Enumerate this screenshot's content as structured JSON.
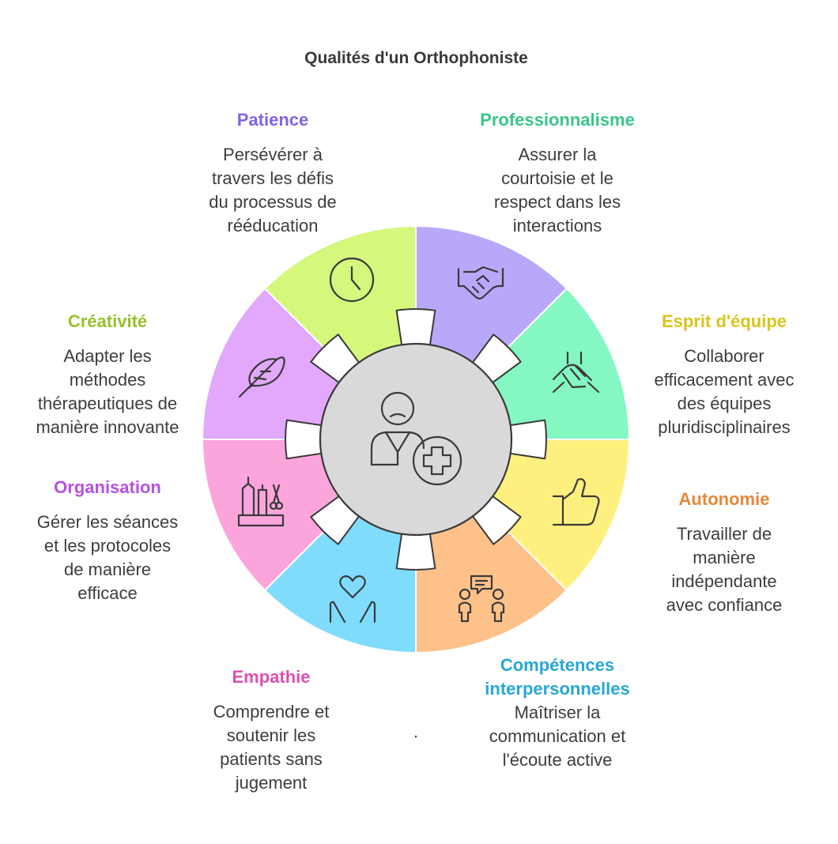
{
  "title": "Qualités d'un Orthophoniste",
  "center": {
    "icon": "speech-therapist-medical-icon"
  },
  "segments": [
    {
      "heading": "Patience",
      "desc": [
        "Persévérer à",
        "travers les défis",
        "du processus de",
        "rééducation"
      ],
      "color": "#b9a8fa",
      "heading_color": "#8163e6",
      "icon": "clock-icon"
    },
    {
      "heading": "Professionnalisme",
      "desc": [
        "Assurer la",
        "courtoisie et le",
        "respect dans les",
        "interactions"
      ],
      "color": "#84f7c3",
      "heading_color": "#39c68a",
      "icon": "handshake-icon"
    },
    {
      "heading": "Esprit d'équipe",
      "desc": [
        "Collaborer",
        "efficacement avec",
        "des équipes",
        "pluridisciplinaires"
      ],
      "color": "#fdf07f",
      "heading_color": "#d9c41d",
      "icon": "team-hands-icon"
    },
    {
      "heading": "Autonomie",
      "desc": [
        "Travailler de",
        "manière",
        "indépendante",
        "avec confiance"
      ],
      "color": "#fec18a",
      "heading_color": "#e6883a",
      "icon": "thumbs-up-icon"
    },
    {
      "heading": "Compétences interpersonnelles",
      "heading_lines": [
        "Compétences",
        "interpersonnelles"
      ],
      "desc": [
        "Maîtriser la",
        "communication et",
        "l'écoute active"
      ],
      "color": "#7fdcfd",
      "heading_color": "#27a7d6",
      "icon": "conversation-icon"
    },
    {
      "heading": "Empathie",
      "desc": [
        "Comprendre et",
        "soutenir les",
        "patients sans",
        "jugement"
      ],
      "color": "#fca5dc",
      "heading_color": "#de4fb0",
      "icon": "heart-hands-icon"
    },
    {
      "heading": "Organisation",
      "desc": [
        "Gérer les séances",
        "et les protocoles",
        "de manière",
        "efficace"
      ],
      "color": "#e2a8fb",
      "heading_color": "#b551e2",
      "icon": "organizer-tools-icon"
    },
    {
      "heading": "Créativité",
      "desc": [
        "Adapter les",
        "méthodes",
        "thérapeutiques de",
        "manière innovante"
      ],
      "color": "#d4f77c",
      "heading_color": "#95c22c",
      "icon": "feather-icon"
    }
  ]
}
